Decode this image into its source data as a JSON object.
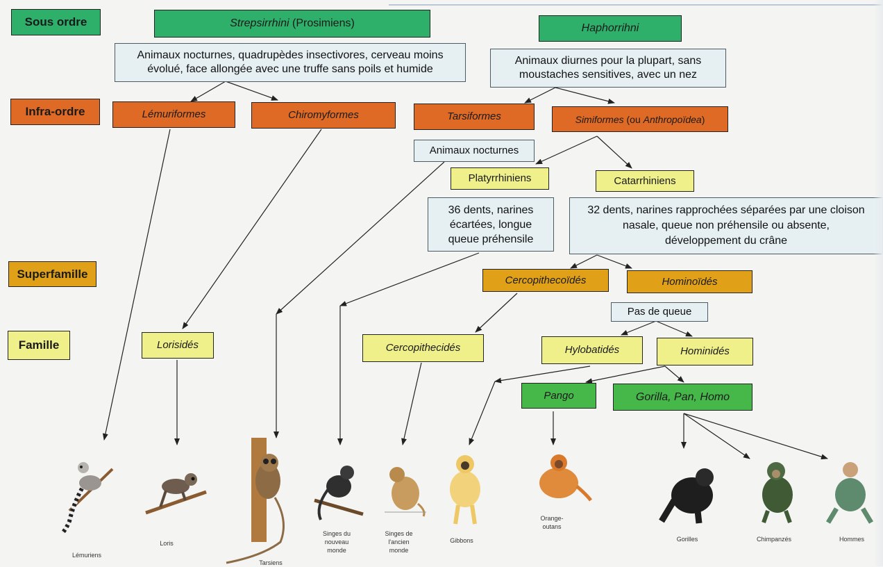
{
  "levels": {
    "sous_ordre": "Sous ordre",
    "infra_ordre": "Infra-ordre",
    "superfamille": "Superfamille",
    "famille": "Famille"
  },
  "suborders": {
    "strepsirrhini_name": "Strepsirrhini",
    "strepsirrhini_suffix": " (Prosimiens)",
    "haphorrihni": "Haphorrihni"
  },
  "notes": {
    "strepsirrhini_1": "Animaux nocturnes, quadrupèdes insectivores, cerveau moins",
    "strepsirrhini_2": "évolué, face allongée avec une truffe sans poils et humide",
    "haphorrihni_1": "Animaux diurnes pour la plupart, sans",
    "haphorrihni_2": "moustaches sensitives, avec un nez",
    "tarsiformes": "Animaux nocturnes",
    "platyrrhiniens_1": "36 dents, narines",
    "platyrrhiniens_2": "écartées, longue",
    "platyrrhiniens_3": "queue préhensile",
    "catarrhiniens_1": "32 dents, narines rapprochées séparées par une cloison",
    "catarrhiniens_2": "nasale, queue non préhensile ou absente,",
    "catarrhiniens_3": "développement du crâne",
    "hominoides": "Pas de queue"
  },
  "infraorders": {
    "lemuriformes": "Lémuriformes",
    "chiromyformes": "Chiromyformes",
    "tarsiformes": "Tarsiformes",
    "simiformes_name": "Simiformes",
    "simiformes_mid": " (ou ",
    "simiformes_alt": "Anthropoïdea",
    "simiformes_end": ")"
  },
  "parvorders": {
    "platyrrhiniens": "Platyrrhiniens",
    "catarrhiniens": "Catarrhiniens"
  },
  "superfamilies": {
    "cercopithecoides": "Cercopithecoïdés",
    "hominoides": "Hominoïdés"
  },
  "families": {
    "lorisides": "Lorisidés",
    "cercopithecides": "Cercopithecidés",
    "hylobatides": "Hylobatidés",
    "hominides": "Hominidés"
  },
  "genera": {
    "pango": "Pango",
    "gorilla_pan_homo": "Gorilla, Pan, Homo"
  },
  "animals": {
    "lemuriens": "Lémuriens",
    "loris": "Loris",
    "tarsiens": "Tarsiens",
    "nouveau_1": "Singes du",
    "nouveau_2": "nouveau",
    "nouveau_3": "monde",
    "ancien_1": "Singes de",
    "ancien_2": "l'ancien",
    "ancien_3": "monde",
    "gibbons": "Gibbons",
    "orang_1": "Orange-",
    "orang_2": "outans",
    "gorilles": "Gorilles",
    "chimpanzes": "Chimpanzés",
    "hommes": "Hommes"
  },
  "colors": {
    "suborder": "#2fb06a",
    "infraorder": "#de6a25",
    "superfamily": "#e0a118",
    "family": "#eff08a",
    "genus": "#46b84a",
    "note": "#e6f0f3"
  }
}
